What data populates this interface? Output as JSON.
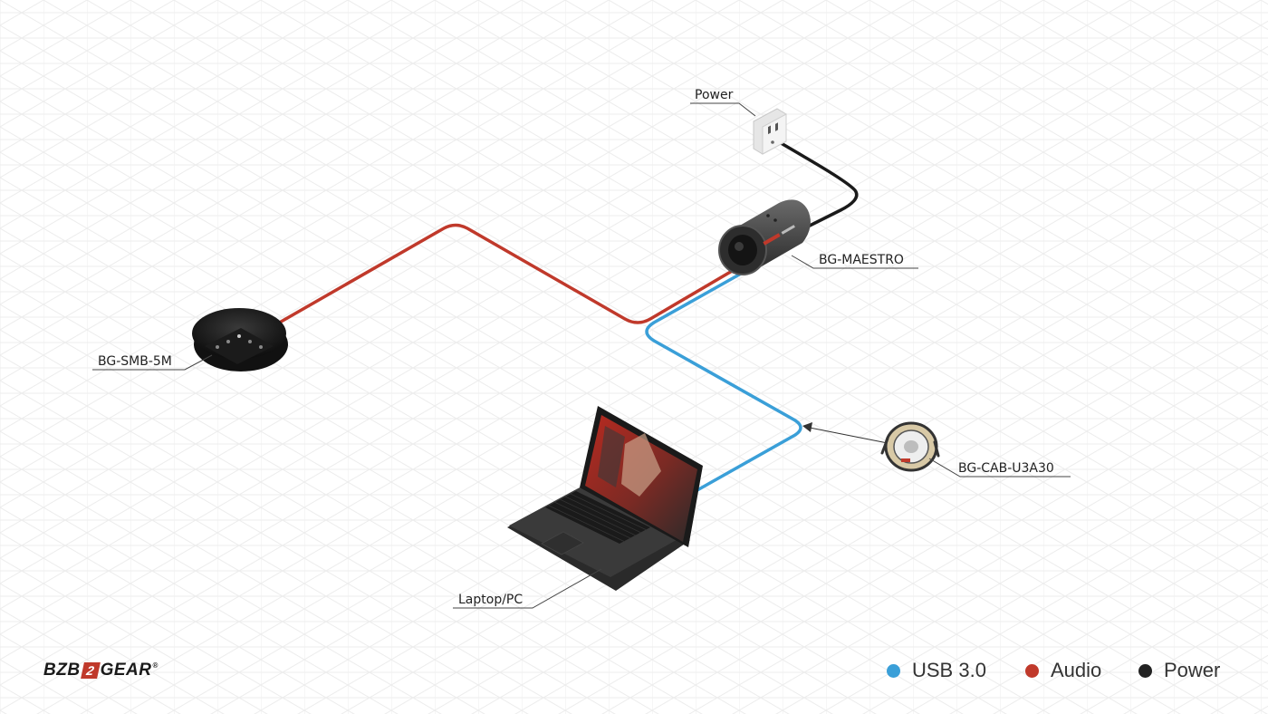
{
  "labels": {
    "power_outlet": "Power",
    "camera": "BG-MAESTRO",
    "speakerphone": "BG-SMB-5M",
    "cable": "BG-CAB-U3A30",
    "laptop": "Laptop/PC"
  },
  "legend": [
    {
      "label": "USB 3.0",
      "color": "#3a9fd8"
    },
    {
      "label": "Audio",
      "color": "#c0392b"
    },
    {
      "label": "Power",
      "color": "#222222"
    }
  ],
  "logo": {
    "pre": "BZB",
    "mid": "2",
    "post": "GEAR",
    "mark": "®"
  },
  "colors": {
    "usb": "#3a9fd8",
    "audio": "#c0392b",
    "power": "#1a1a1a",
    "grid": "#ececec"
  },
  "icons": [
    "power-outlet-icon",
    "camera-icon",
    "speakerphone-icon",
    "cable-coil-icon",
    "laptop-icon"
  ]
}
